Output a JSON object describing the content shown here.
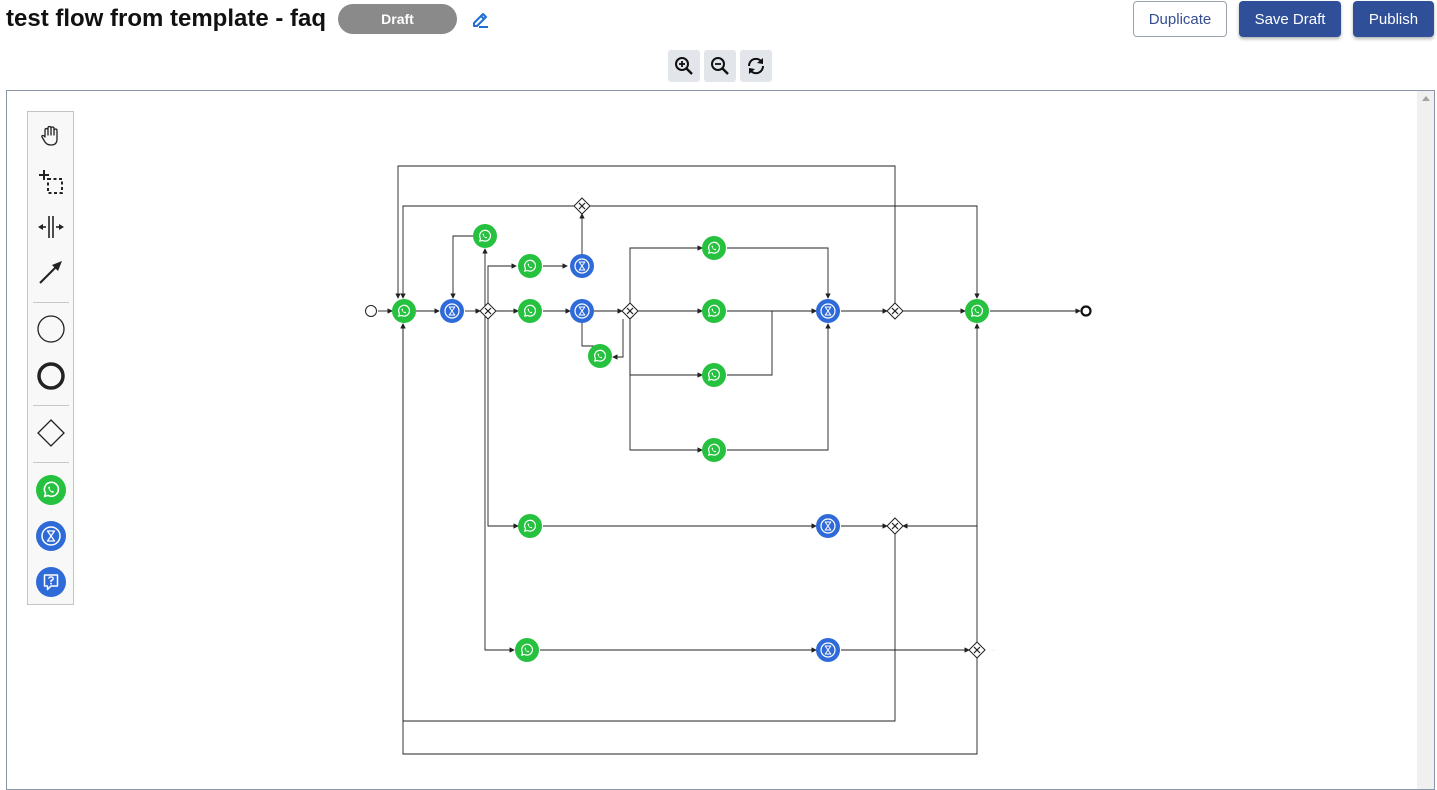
{
  "header": {
    "title": "test flow from template - faq",
    "status": "Draft"
  },
  "icons": {
    "edit": "pencil-icon",
    "zoom_in": "zoom-in-icon",
    "zoom_out": "zoom-out-icon",
    "reset": "refresh-icon"
  },
  "actions": {
    "duplicate": "Duplicate",
    "save_draft": "Save Draft",
    "publish": "Publish"
  },
  "palette": {
    "tools": [
      "hand-tool",
      "lasso-tool",
      "space-tool",
      "connect-tool",
      "start-event",
      "end-event",
      "gateway",
      "whatsapp-task",
      "timer-task",
      "question-task"
    ]
  },
  "colors": {
    "primary": "#2f4f98",
    "whatsapp_green": "#25c13f",
    "timer_blue": "#2f6bd8",
    "draft_grey": "#8a8a8a"
  }
}
